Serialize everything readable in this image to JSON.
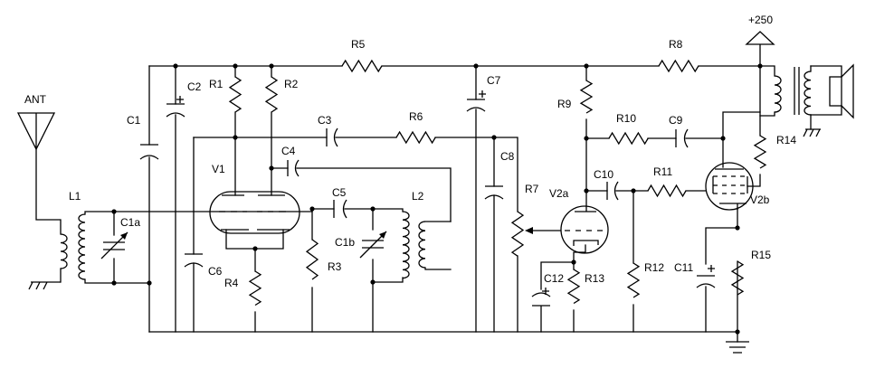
{
  "labels": {
    "ANT": "ANT",
    "L1": "L1",
    "C1": "C1",
    "C1a": "C1a",
    "C2": "C2",
    "R1": "R1",
    "R2": "R2",
    "R5": "R5",
    "C7": "C7",
    "R8": "R8",
    "P250": "+250",
    "C3": "C3",
    "R6": "R6",
    "C4": "C4",
    "V1": "V1",
    "C5": "C5",
    "L2": "L2",
    "C1b": "C1b",
    "C6": "C6",
    "R3": "R3",
    "R4": "R4",
    "C8": "C8",
    "R7": "R7",
    "R9": "R9",
    "R10": "R10",
    "C9": "C9",
    "R14": "R14",
    "C10": "C10",
    "R11": "R11",
    "V2a": "V2a",
    "V2b": "V2b",
    "C12": "C12",
    "R13": "R13",
    "R12": "R12",
    "C11": "C11",
    "R15": "R15"
  },
  "colors": {
    "ink": "#000000",
    "background": "#ffffff"
  }
}
